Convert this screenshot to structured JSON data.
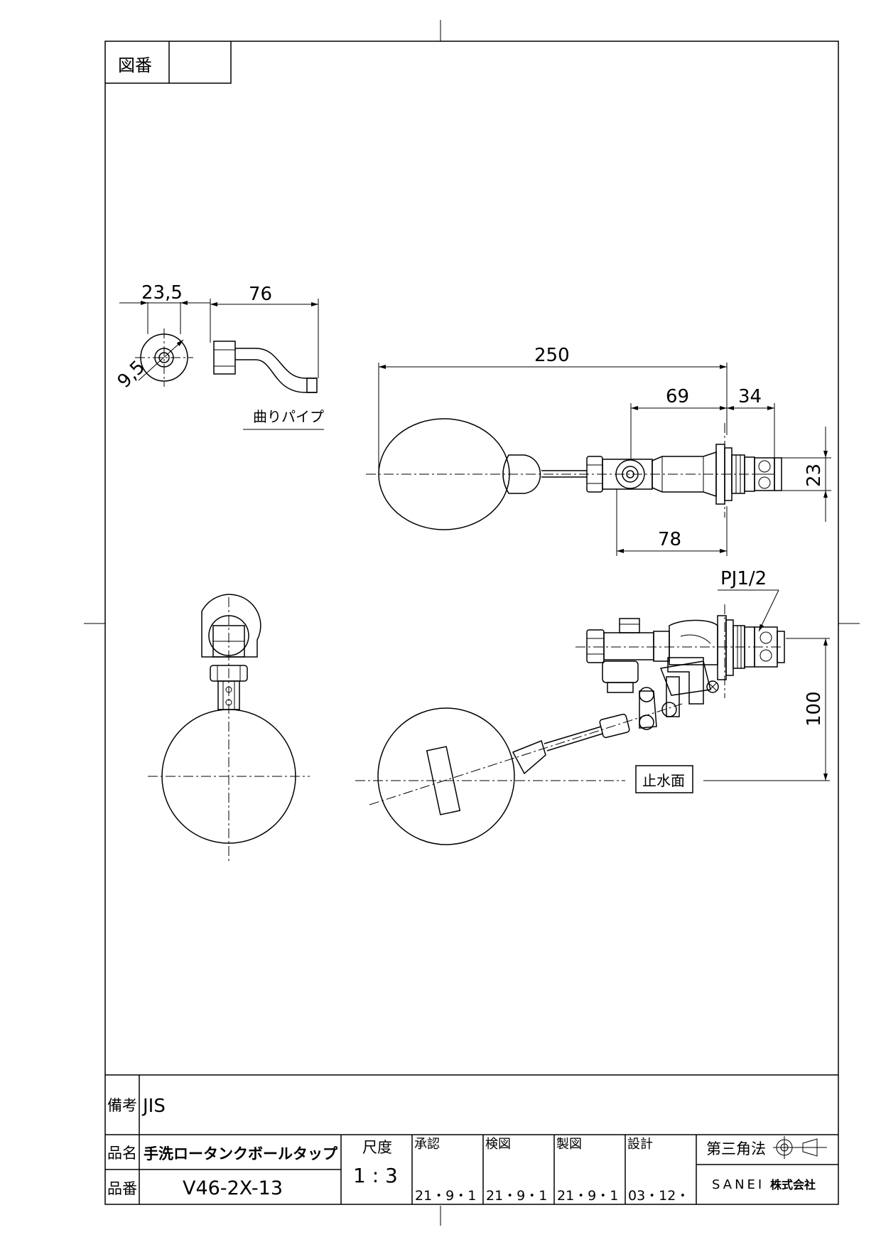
{
  "drawing_number": {
    "label": "図番",
    "value": ""
  },
  "dimensions": {
    "pipe_width": "23,5",
    "pipe_length": "76",
    "pipe_diameter": "9,5",
    "total_length": "250",
    "body_length": "69",
    "nut_length": "34",
    "nut_height": "23",
    "body_to_flange": "78",
    "thread": "PJ1/2",
    "water_level_height": "100"
  },
  "labels": {
    "bent_pipe": "曲りパイプ",
    "water_stop_level": "止水面"
  },
  "title_block": {
    "remarks_label": "備考",
    "remarks_value": "JIS",
    "product_name_label": "品名",
    "product_name": "手洗ロータンクボールタップ",
    "product_number_label": "品番",
    "product_number": "V46-2X-13",
    "scale_label": "尺度",
    "scale_value": "1 : 3",
    "approved_label": "承認",
    "approved_date": "21・9・1",
    "checked_label": "検図",
    "checked_date": "21・9・1",
    "drawn_label": "製図",
    "drawn_date": "21・9・1",
    "design_label": "設計",
    "design_date": "03・12・",
    "projection_label": "第三角法",
    "company": "SANEI",
    "company_suffix": "株式会社"
  }
}
